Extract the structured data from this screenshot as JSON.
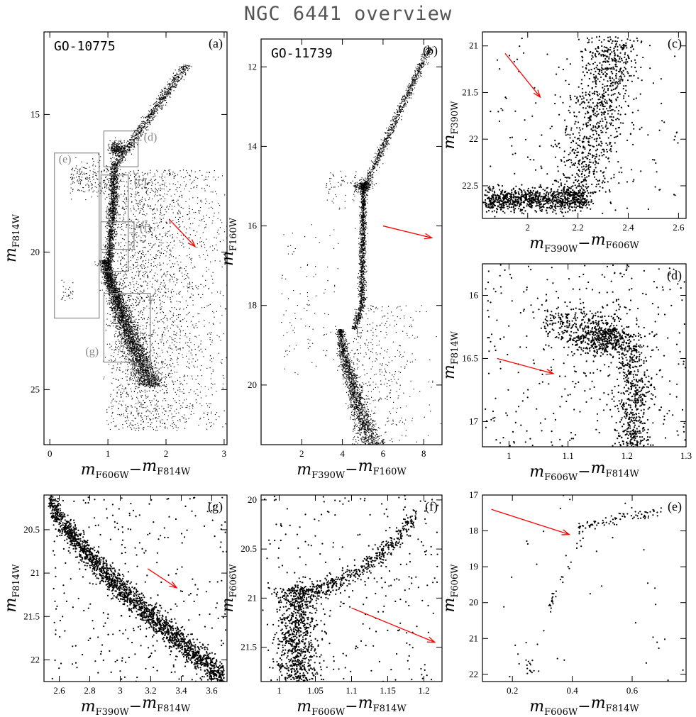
{
  "title": "NGC 6441 overview",
  "chart_data": [
    {
      "id": "a",
      "type": "scatter",
      "panel_label": "(a)",
      "program": "GO-10775",
      "xlabel": {
        "m": "m",
        "sub1": "F606W",
        "dash": "−",
        "m2": "m",
        "sub2": "F814W"
      },
      "ylabel": {
        "m": "m",
        "sub": "F814W"
      },
      "xlim": [
        -0.1,
        3.05
      ],
      "ylim": [
        12.0,
        27.0
      ],
      "y_inverted": true,
      "xticks": [
        0,
        1,
        2,
        3
      ],
      "xtick_labels": [
        "0",
        "1",
        "2",
        "3"
      ],
      "yticks": [
        15,
        20,
        25
      ],
      "ytick_labels": [
        "15",
        "20",
        "25"
      ],
      "reddening_arrow": {
        "from": [
          2.05,
          18.8
        ],
        "to": [
          2.5,
          19.8
        ],
        "color": "#ff0000"
      },
      "boxes": [
        {
          "name": "(d)",
          "x": [
            0.93,
            1.52
          ],
          "y": [
            15.6,
            16.9
          ]
        },
        {
          "name": "(c)",
          "x": [
            0.88,
            1.35
          ],
          "y": [
            17.2,
            20.7
          ]
        },
        {
          "name": "(f)",
          "x": [
            0.88,
            1.45
          ],
          "y": [
            18.9,
            19.9
          ]
        },
        {
          "name": "(e)",
          "x": [
            0.08,
            0.85
          ],
          "y": [
            16.4,
            22.4
          ]
        },
        {
          "name": "(g)",
          "x": [
            0.93,
            1.73
          ],
          "y": [
            21.5,
            24.0
          ]
        }
      ],
      "sequence": {
        "main_sequence_turnoff": [
          1.0,
          20.8
        ],
        "horizontal_branch": [
          1.1,
          16.3
        ],
        "rgb_tip": [
          2.3,
          13.4
        ]
      }
    },
    {
      "id": "b",
      "type": "scatter",
      "panel_label": "(b)",
      "program": "GO-11739",
      "xlabel": {
        "m": "m",
        "sub1": "F390W",
        "dash": "−",
        "m2": "m",
        "sub2": "F160W"
      },
      "ylabel": {
        "m": "m",
        "sub": "F160W"
      },
      "xlim": [
        0.0,
        8.9
      ],
      "ylim": [
        11.3,
        21.5
      ],
      "y_inverted": true,
      "xticks": [
        2,
        4,
        6,
        8
      ],
      "xtick_labels": [
        "2",
        "4",
        "6",
        "8"
      ],
      "yticks": [
        12,
        14,
        16,
        18,
        20
      ],
      "ytick_labels": [
        "12",
        "14",
        "16",
        "18",
        "20"
      ],
      "reddening_arrow": {
        "from": [
          6.0,
          16.0
        ],
        "to": [
          8.4,
          16.3
        ],
        "color": "#ff0000"
      },
      "sequence": {
        "main_sequence_turnoff": [
          3.9,
          19.5
        ],
        "horizontal_branch": [
          5.2,
          15.0
        ],
        "rgb_tip": [
          8.3,
          11.5
        ]
      }
    },
    {
      "id": "c",
      "type": "scatter",
      "panel_label": "(c)",
      "xlabel": {
        "m": "m",
        "sub1": "F390W",
        "dash": "−",
        "m2": "m",
        "sub2": "F606W"
      },
      "ylabel": {
        "m": "m",
        "sub": "F390W"
      },
      "xlim": [
        1.82,
        2.63
      ],
      "ylim": [
        20.85,
        22.85
      ],
      "y_inverted": true,
      "xticks": [
        2.0,
        2.2,
        2.4,
        2.6
      ],
      "xtick_labels": [
        "2",
        "2.2",
        "2.4",
        "2.6"
      ],
      "yticks": [
        21.0,
        21.5,
        22.0,
        22.5
      ],
      "ytick_labels": [
        "21",
        "21.5",
        "22",
        "22.5"
      ],
      "reddening_arrow": {
        "from": [
          1.91,
          21.08
        ],
        "to": [
          2.05,
          21.55
        ],
        "color": "#ff0000"
      }
    },
    {
      "id": "d",
      "type": "scatter",
      "panel_label": "(d)",
      "xlabel": {
        "m": "m",
        "sub1": "F606W",
        "dash": "−",
        "m2": "m",
        "sub2": "F814W"
      },
      "ylabel": {
        "m": "m",
        "sub": "F814W"
      },
      "xlim": [
        0.955,
        1.3
      ],
      "ylim": [
        15.75,
        17.2
      ],
      "y_inverted": true,
      "xticks": [
        1.0,
        1.1,
        1.2,
        1.3
      ],
      "xtick_labels": [
        "1",
        "1.1",
        "1.2",
        "1.3"
      ],
      "yticks": [
        16.0,
        16.5,
        17.0
      ],
      "ytick_labels": [
        "16",
        "16.5",
        "17"
      ],
      "reddening_arrow": {
        "from": [
          0.98,
          16.5
        ],
        "to": [
          1.075,
          16.62
        ],
        "color": "#ff0000"
      }
    },
    {
      "id": "g",
      "type": "scatter",
      "panel_label": "(g)",
      "xlabel": {
        "m": "m",
        "sub1": "F390W",
        "dash": "−",
        "m2": "m",
        "sub2": "F814W"
      },
      "ylabel": {
        "m": "m",
        "sub": "F814W"
      },
      "xlim": [
        2.5,
        3.7
      ],
      "ylim": [
        20.1,
        22.25
      ],
      "y_inverted": true,
      "xticks": [
        2.6,
        2.8,
        3.0,
        3.2,
        3.4,
        3.6
      ],
      "xtick_labels": [
        "2.6",
        "2.8",
        "3",
        "3.2",
        "3.4",
        "3.6"
      ],
      "yticks": [
        20.5,
        21.0,
        21.5,
        22.0
      ],
      "ytick_labels": [
        "20.5",
        "21",
        "21.5",
        "22"
      ],
      "reddening_arrow": {
        "from": [
          3.18,
          20.95
        ],
        "to": [
          3.37,
          21.17
        ],
        "color": "#ff0000"
      }
    },
    {
      "id": "f",
      "type": "scatter",
      "panel_label": "(f)",
      "xlabel": {
        "m": "m",
        "sub1": "F606W",
        "dash": "−",
        "m2": "m",
        "sub2": "F814W"
      },
      "ylabel": {
        "m": "m",
        "sub": "F606W"
      },
      "xlim": [
        0.975,
        1.225
      ],
      "ylim": [
        19.95,
        21.85
      ],
      "y_inverted": true,
      "xticks": [
        1.0,
        1.05,
        1.1,
        1.15,
        1.2
      ],
      "xtick_labels": [
        "1",
        "1.05",
        "1.1",
        "1.15",
        "1.2"
      ],
      "yticks": [
        20.0,
        20.5,
        21.0,
        21.5
      ],
      "ytick_labels": [
        "20",
        "20.5",
        "21",
        "21.5"
      ],
      "reddening_arrow": {
        "from": [
          1.1,
          21.1
        ],
        "to": [
          1.215,
          21.45
        ],
        "color": "#ff0000"
      }
    },
    {
      "id": "e",
      "type": "scatter",
      "panel_label": "(e)",
      "xlabel": {
        "m": "m",
        "sub1": "F606W",
        "dash": "−",
        "m2": "m",
        "sub2": "F814W"
      },
      "ylabel": {
        "m": "m",
        "sub": "F606W"
      },
      "xlim": [
        0.1,
        0.78
      ],
      "ylim": [
        17.0,
        22.2
      ],
      "y_inverted": true,
      "xticks": [
        0.2,
        0.4,
        0.6
      ],
      "xtick_labels": [
        "0.2",
        "0.4",
        "0.6"
      ],
      "yticks": [
        17,
        18,
        19,
        20,
        21,
        22
      ],
      "ytick_labels": [
        "17",
        "18",
        "19",
        "20",
        "21",
        "22"
      ],
      "reddening_arrow": {
        "from": [
          0.13,
          17.4
        ],
        "to": [
          0.39,
          18.1
        ],
        "color": "#ff0000"
      }
    }
  ]
}
